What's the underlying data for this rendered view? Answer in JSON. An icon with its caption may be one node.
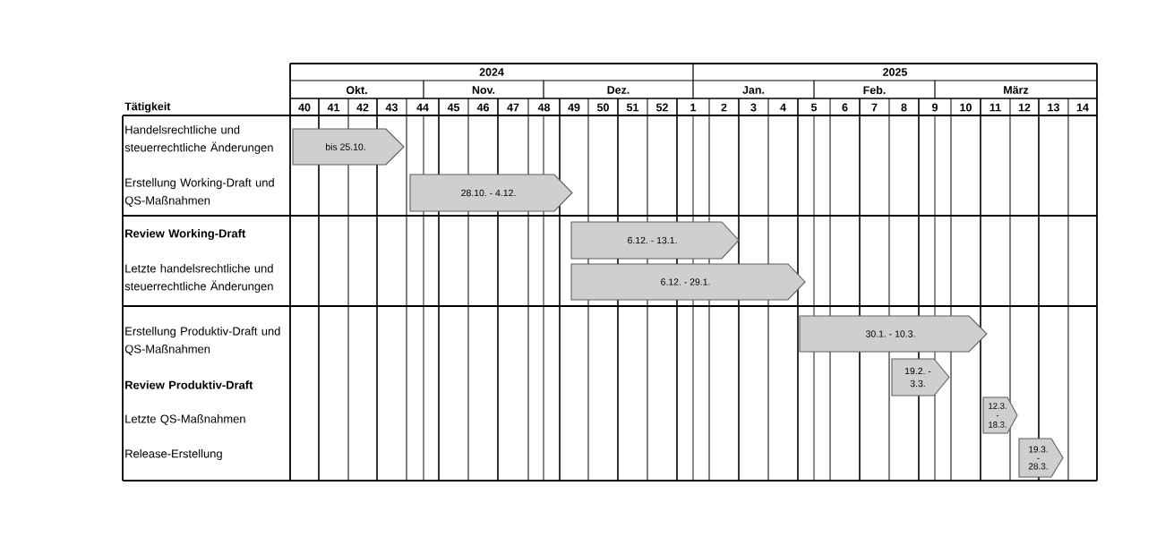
{
  "diagram": {
    "nodes": [
      {
        "text": [
          "bis 25.10."
        ]
      },
      {
        "text": [
          "28.10. - 4.12."
        ]
      },
      {
        "text": [
          "6.12. - 13.1."
        ]
      },
      {
        "text": [
          "6.12. - 29.1."
        ]
      },
      {
        "text": [
          "30.1. - 10.3."
        ]
      },
      {
        "text": [
          "19.2. - 3.3."
        ]
      },
      {
        "text": [
          "12.3. - 18.3."
        ]
      },
      {
        "text": [
          "19.3. - 28.3."
        ]
      }
    ],
    "labels": [
      "2024",
      "2025",
      "Okt.",
      "Nov.",
      "Dez.",
      "Jan.",
      "Feb.",
      "März",
      "Tätigkeit",
      "40",
      "41",
      "42",
      "43",
      "44",
      "45",
      "46",
      "47",
      "48",
      "49",
      "50",
      "51",
      "52",
      "1",
      "2",
      "3",
      "4",
      "5",
      "6",
      "7",
      "8",
      "9",
      "10",
      "11",
      "12",
      "13",
      "14",
      "Handelsrechtliche und steuerrechtliche Änderungen",
      "Erstellung Working-Draft und QS-Maßnahmen",
      "Review Working-Draft",
      "Letzte handelsrechtliche und steuerrechtliche Änderungen",
      "Erstellung Produktiv-Draft und QS-Maßnahmen",
      "Review Produktiv-Draft",
      "Letzte QS-Maßnahmen",
      "Release-Erstellung"
    ]
  }
}
